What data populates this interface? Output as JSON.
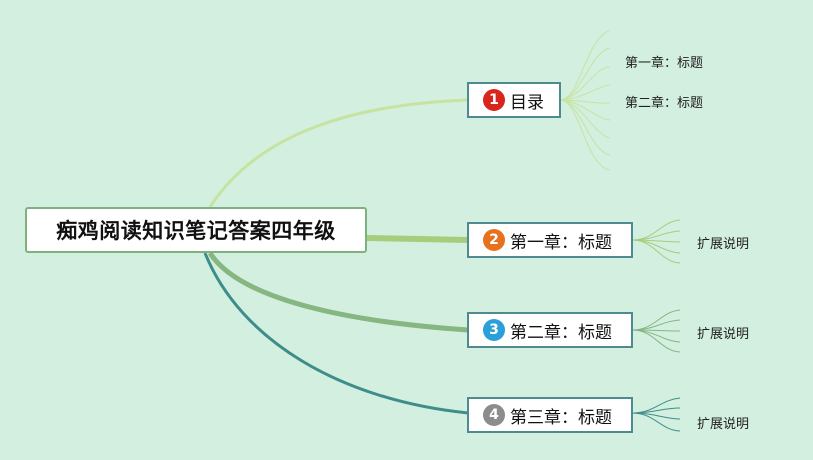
{
  "central": {
    "title": "痴鸡阅读知识笔记答案四年级"
  },
  "branches": [
    {
      "number": "1",
      "label": "目录",
      "badge_color": "#d9261c",
      "line_color": "#c7e3a0",
      "subs": [
        "第一章：标题",
        "第二章：标题"
      ]
    },
    {
      "number": "2",
      "label": "第一章：标题",
      "badge_color": "#e8711d",
      "line_color": "#a5cd7c",
      "subs": [
        "扩展说明"
      ]
    },
    {
      "number": "3",
      "label": "第二章：标题",
      "badge_color": "#2b9fd8",
      "line_color": "#86b681",
      "subs": [
        "扩展说明"
      ]
    },
    {
      "number": "4",
      "label": "第三章：标题",
      "badge_color": "#8c8c8c",
      "line_color": "#3e8d8a",
      "subs": [
        "扩展说明"
      ]
    }
  ]
}
